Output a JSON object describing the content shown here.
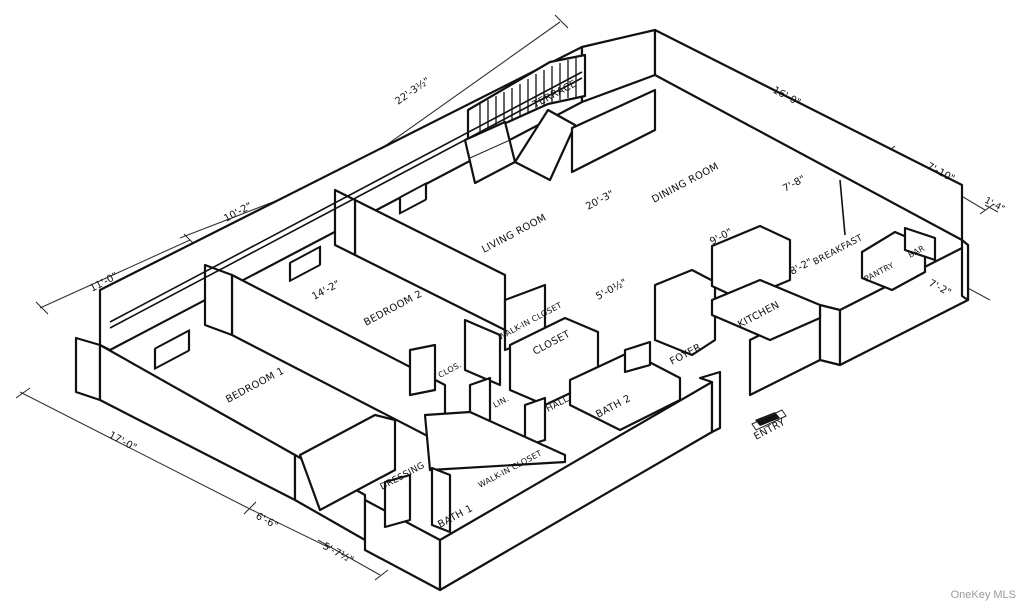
{
  "rooms": {
    "terrace": "TERRACE",
    "dining_room": "DINING ROOM",
    "living_room": "LIVING ROOM",
    "bedroom2": "BEDROOM 2",
    "bedroom1": "BEDROOM 1",
    "walkin_closet_top": "WALK-IN CLOSET",
    "closet": "CLOSET",
    "clos": "CLOS.",
    "lin": "LIN.",
    "hall": "HALL",
    "bath2": "BATH 2",
    "foyer": "FOYER",
    "kitchen": "KITCHEN",
    "breakfast": "BREAKFAST",
    "pantry": "PANTRY",
    "bar": "BAR",
    "dressing": "DRESSING",
    "walkin_closet_bottom": "WALK-IN CLOSET",
    "bath1": "BATH 1",
    "entry": "ENTRY"
  },
  "dimensions": {
    "top_long": "22'-3½\"",
    "top_right": "16'-0\"",
    "left_mid": "10'-2\"",
    "left_upper": "11'-0\"",
    "left_bottom": "17'-0\"",
    "bottom_mid": "6'-6\"",
    "bottom_small": "5'-7½\"",
    "right_a": "7'-10\"",
    "right_b": "1'-4\"",
    "right_c": "7'-2\"",
    "living_width": "20'-3\"",
    "dining_dim": "7'-8\"",
    "kitchen_dim": "9'-0\"",
    "breakfast_dim": "8'-2\"",
    "bedroom2_dim": "14'-2\"",
    "hall_dim": "5'-0½\""
  },
  "watermark": "OneKey MLS"
}
